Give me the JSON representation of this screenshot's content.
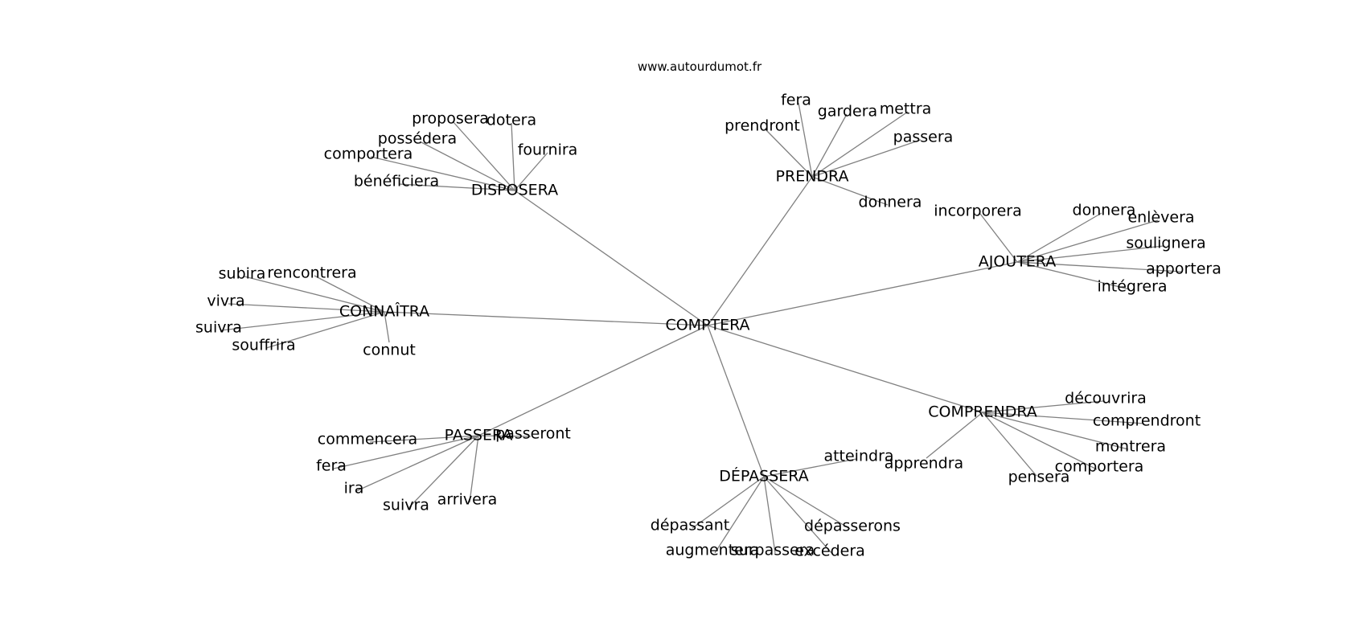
{
  "site": "www.autourdumot.fr",
  "center": "COMPTERA",
  "clusters": [
    {
      "hub": "DISPOSERA",
      "words": [
        "proposera",
        "dotera",
        "possédera",
        "fournira",
        "comportera",
        "bénéficiera"
      ]
    },
    {
      "hub": "PRENDRA",
      "words": [
        "fera",
        "gardera",
        "mettra",
        "prendront",
        "passera",
        "donnera"
      ]
    },
    {
      "hub": "AJOUTERA",
      "words": [
        "incorporera",
        "donnera",
        "enlèvera",
        "soulignera",
        "apportera",
        "intégrera"
      ]
    },
    {
      "hub": "CONNAÎTRA",
      "words": [
        "subira",
        "rencontrera",
        "vivra",
        "suivra",
        "souffrira",
        "connut"
      ]
    },
    {
      "hub": "COMPRENDRA",
      "words": [
        "découvrira",
        "comprendront",
        "montrera",
        "apprendra",
        "comportera",
        "pensera"
      ]
    },
    {
      "hub": "PASSERA",
      "words": [
        "passeront",
        "commencera",
        "fera",
        "ira",
        "suivra",
        "arrivera"
      ]
    },
    {
      "hub": "DÉPASSERA",
      "words": [
        "atteindra",
        "dépassant",
        "dépasserons",
        "augmentera",
        "surpassera",
        "excédera"
      ]
    }
  ]
}
